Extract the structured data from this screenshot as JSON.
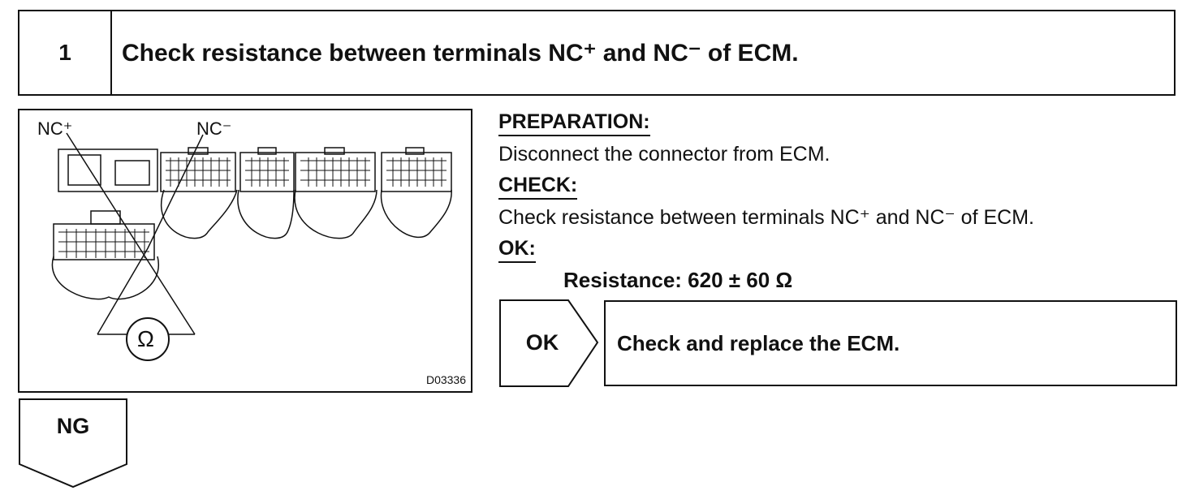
{
  "step": {
    "number": "1",
    "title": "Check resistance between terminals NC⁺ and NC⁻ of ECM."
  },
  "figure": {
    "label_nc_plus": "NC⁺",
    "label_nc_minus": "NC⁻",
    "meter_symbol": "Ω",
    "code": "D03336"
  },
  "preparation": {
    "heading": "PREPARATION:",
    "text": "Disconnect the connector from ECM."
  },
  "check": {
    "heading": "CHECK:",
    "text": "Check resistance between terminals NC⁺ and NC⁻ of ECM."
  },
  "ok": {
    "heading": "OK:",
    "resistance": "Resistance: 620 ± 60 Ω"
  },
  "flow": {
    "ok_label": "OK",
    "ok_action": "Check and replace the ECM.",
    "ng_label": "NG"
  }
}
